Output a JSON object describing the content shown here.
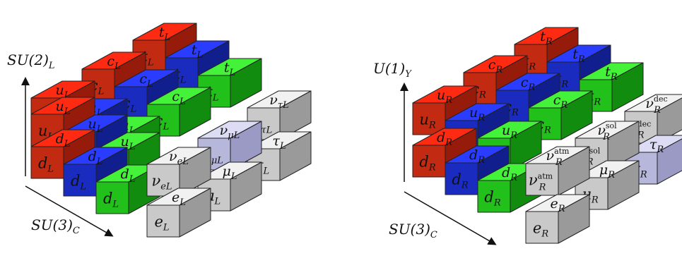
{
  "left_panel": {
    "vertical_axis_label": {
      "main": "SU(2)",
      "sub": "L"
    },
    "diagonal_axis_label": {
      "main": "SU(3)",
      "sub": "C"
    },
    "colors": {
      "red": [
        "#c22a12",
        "#ff2a12",
        "#961b0a"
      ],
      "blue": [
        "#1a2cc0",
        "#2a3cff",
        "#111e8e"
      ],
      "green": [
        "#22c01a",
        "#44f23a",
        "#128c0e"
      ],
      "grey": [
        "#c9c9c9",
        "#f1f1f1",
        "#9a9a9a"
      ],
      "lavender": [
        "#b7b7dc",
        "#dcdcf4",
        "#9a9ac4"
      ]
    },
    "cubes": [
      {
        "id": "tL",
        "color": "red",
        "main": "t",
        "sub": "L",
        "sup": ""
      },
      {
        "id": "tL2",
        "color": "blue",
        "main": "t",
        "sub": "L",
        "sup": ""
      },
      {
        "id": "tL3",
        "color": "green",
        "main": "t",
        "sub": "L",
        "sup": ""
      },
      {
        "id": "cL",
        "color": "red",
        "main": "c",
        "sub": "L",
        "sup": ""
      },
      {
        "id": "cL2",
        "color": "blue",
        "main": "c",
        "sub": "L",
        "sup": ""
      },
      {
        "id": "cL3",
        "color": "green",
        "main": "c",
        "sub": "L",
        "sup": ""
      },
      {
        "id": "uLtop",
        "color": "red",
        "main": "u",
        "sub": "L",
        "sup": ""
      },
      {
        "id": "uLtop2",
        "color": "blue",
        "main": "u",
        "sub": "L",
        "sup": ""
      },
      {
        "id": "uLtop3",
        "color": "green",
        "main": "u",
        "sub": "L",
        "sup": ""
      },
      {
        "id": "uLfront",
        "color": "red",
        "main": "u",
        "sub": "L",
        "sup": ""
      },
      {
        "id": "uLfront2",
        "color": "blue",
        "main": "u",
        "sub": "L",
        "sup": ""
      },
      {
        "id": "uLfront3",
        "color": "green",
        "main": "u",
        "sub": "L",
        "sup": ""
      },
      {
        "id": "dL",
        "color": "red",
        "main": "d",
        "sub": "L",
        "sup": ""
      },
      {
        "id": "dL2",
        "color": "blue",
        "main": "d",
        "sub": "L",
        "sup": ""
      },
      {
        "id": "dL3",
        "color": "green",
        "main": "d",
        "sub": "L",
        "sup": ""
      },
      {
        "id": "nutauL",
        "color": "grey",
        "main": "ν",
        "sub": "τL",
        "sup": ""
      },
      {
        "id": "tauL",
        "color": "grey",
        "main": "τ",
        "sub": "L",
        "sup": ""
      },
      {
        "id": "numuL",
        "color": "lavender",
        "main": "ν",
        "sub": "μL",
        "sup": ""
      },
      {
        "id": "muL",
        "color": "grey",
        "main": "μ",
        "sub": "L",
        "sup": ""
      },
      {
        "id": "nueL",
        "color": "grey",
        "main": "ν",
        "sub": "eL",
        "sup": ""
      },
      {
        "id": "eL",
        "color": "grey",
        "main": "e",
        "sub": "L",
        "sup": ""
      }
    ]
  },
  "right_panel": {
    "vertical_axis_label": {
      "main": "U(1)",
      "sub": "Y"
    },
    "diagonal_axis_label": {
      "main": "SU(3)",
      "sub": "C"
    },
    "cubes": [
      {
        "id": "tR",
        "color": "red",
        "main": "t",
        "sub": "R",
        "sup": ""
      },
      {
        "id": "tR2",
        "color": "blue",
        "main": "t",
        "sub": "R",
        "sup": ""
      },
      {
        "id": "tR3",
        "color": "green",
        "main": "t",
        "sub": "R",
        "sup": ""
      },
      {
        "id": "cR",
        "color": "red",
        "main": "c",
        "sub": "R",
        "sup": ""
      },
      {
        "id": "cR2",
        "color": "blue",
        "main": "c",
        "sub": "R",
        "sup": ""
      },
      {
        "id": "cR3",
        "color": "green",
        "main": "c",
        "sub": "R",
        "sup": ""
      },
      {
        "id": "uR",
        "color": "red",
        "main": "u",
        "sub": "R",
        "sup": ""
      },
      {
        "id": "uR2",
        "color": "blue",
        "main": "u",
        "sub": "R",
        "sup": ""
      },
      {
        "id": "uR3",
        "color": "green",
        "main": "u",
        "sub": "R",
        "sup": ""
      },
      {
        "id": "dR",
        "color": "red",
        "main": "d",
        "sub": "R",
        "sup": ""
      },
      {
        "id": "dR2",
        "color": "blue",
        "main": "d",
        "sub": "R",
        "sup": ""
      },
      {
        "id": "dR3",
        "color": "green",
        "main": "d",
        "sub": "R",
        "sup": ""
      },
      {
        "id": "nuRdec",
        "color": "grey",
        "main": "ν",
        "sub": "R",
        "sup": "dec"
      },
      {
        "id": "nuRsol",
        "color": "grey",
        "main": "ν",
        "sub": "R",
        "sup": "sol"
      },
      {
        "id": "tauR",
        "color": "lavender",
        "main": "τ",
        "sub": "R",
        "sup": ""
      },
      {
        "id": "muR",
        "color": "grey",
        "main": "μ",
        "sub": "R",
        "sup": ""
      },
      {
        "id": "nuRatm",
        "color": "grey",
        "main": "ν",
        "sub": "R",
        "sup": "atm"
      },
      {
        "id": "eR",
        "color": "grey",
        "main": "e",
        "sub": "R",
        "sup": ""
      }
    ]
  }
}
